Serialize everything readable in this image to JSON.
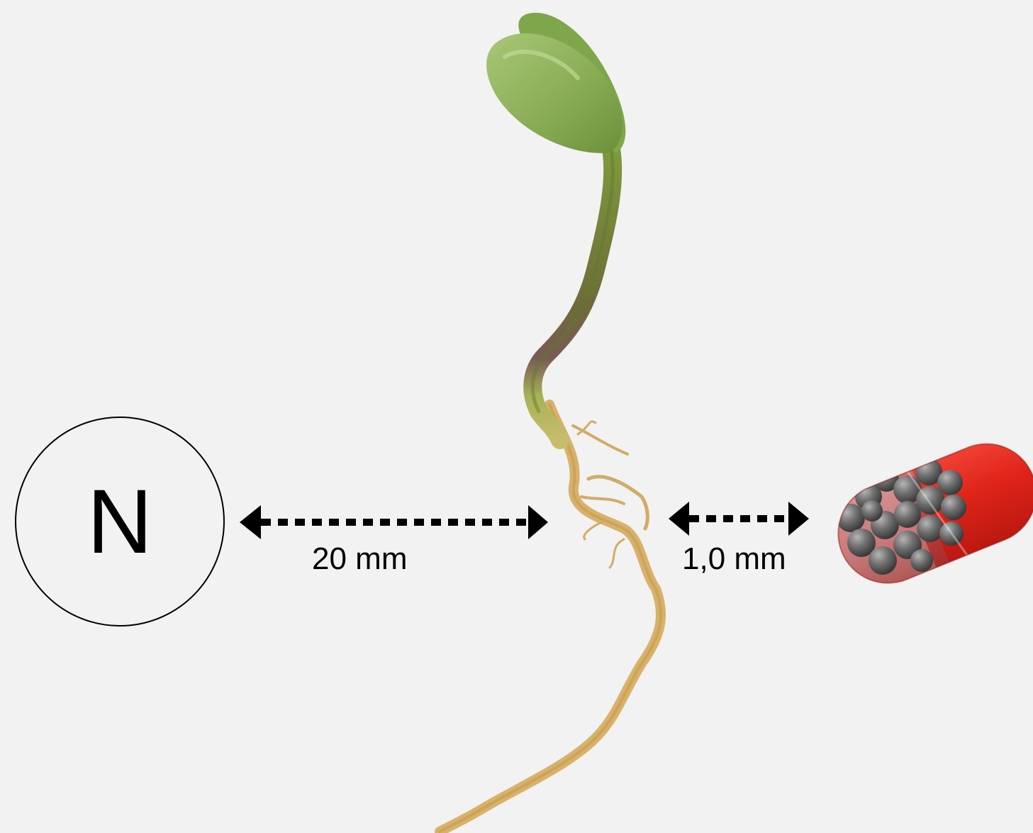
{
  "nitrogen": {
    "symbol": "N"
  },
  "distances": {
    "left_label": "20 mm",
    "right_label": "1,0 mm"
  },
  "colors": {
    "background": "#f2f2f2",
    "capsule_red": "#d9261c",
    "bead_gray": "#6b6b6b",
    "leaf_green": "#8fb35a",
    "root_tan": "#d8b26a"
  },
  "icons": {
    "nitrogen": "circle-letter-icon",
    "seedling": "seedling-icon",
    "capsule": "capsule-icon"
  }
}
